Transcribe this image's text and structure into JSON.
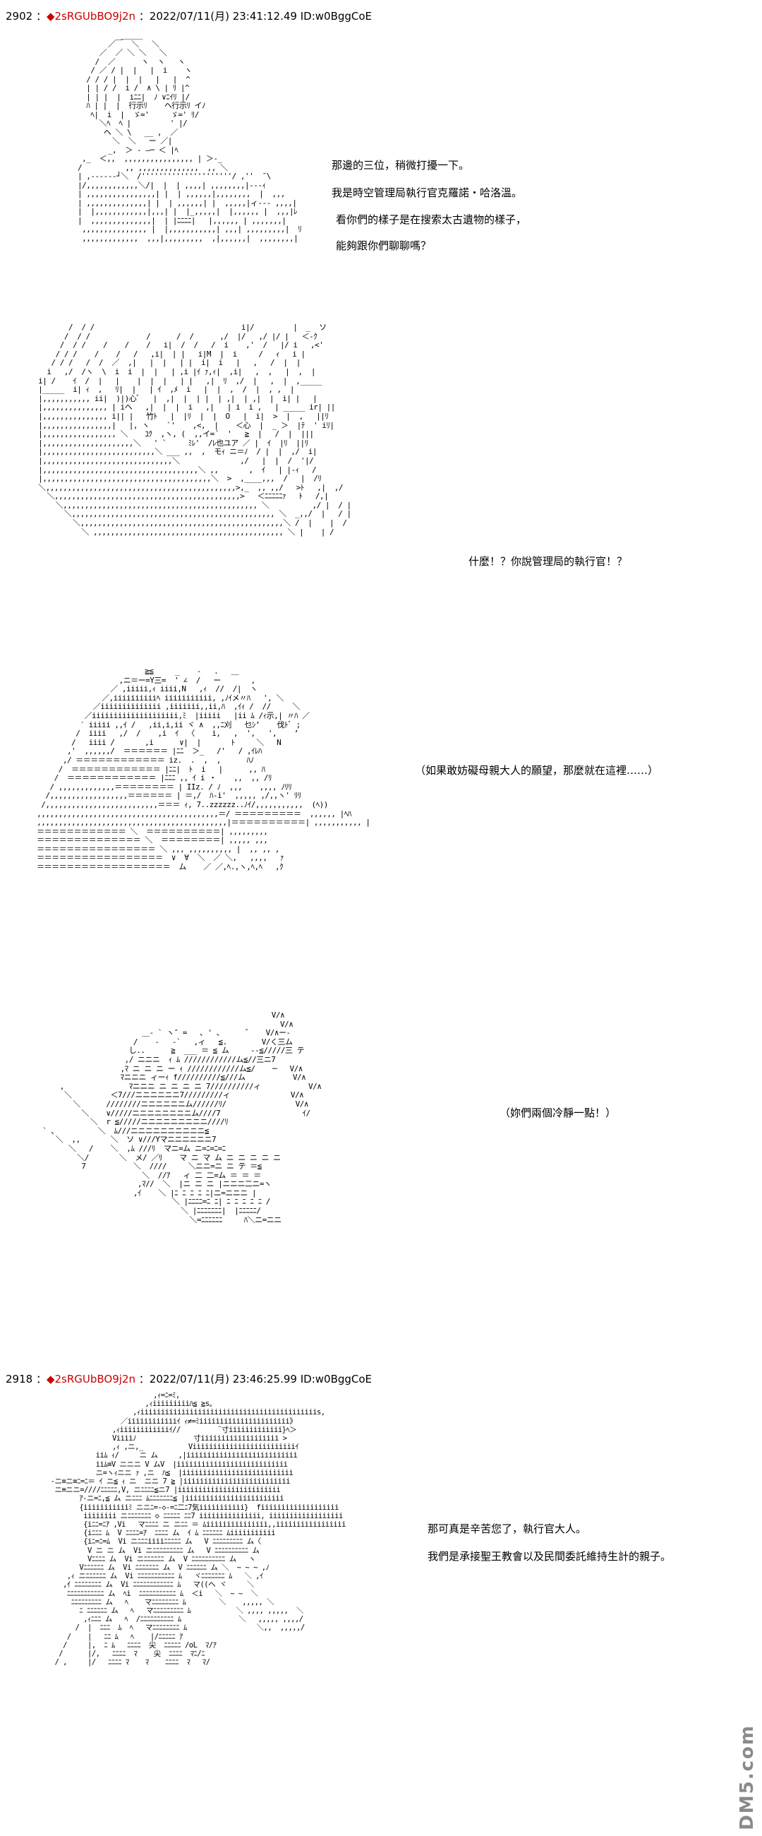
{
  "posts": [
    {
      "number": "2902",
      "trip": "◆2sRGUbBO9j2n",
      "date": "2022/07/11(月) 23:41:12.49",
      "id": "ID:w0BggCoE"
    },
    {
      "number": "2918",
      "trip": "◆2sRGUbBO9j2n",
      "date": "2022/07/11(月) 23:46:25.99",
      "id": "ID:w0BggCoE"
    }
  ],
  "panel1": {
    "lines": [
      "那邊的三位，稍微打擾一下。",
      "我是時空管理局執行官克羅諾・哈洛溫。",
      "看你們的樣子是在搜索太古遺物的樣子，",
      "能夠跟你們聊聊嗎？"
    ]
  },
  "panel2": {
    "lines": [
      "什麼！？你說管理局的執行官！？"
    ]
  },
  "panel3": {
    "lines": [
      "（如果敢妨礙母親大人的願望，那麼就在這裡……）"
    ]
  },
  "panel4": {
    "lines": [
      "（妳們兩個冷靜一點！）"
    ]
  },
  "panel5": {
    "lines": [
      "那可真是辛苦您了，執行官大人。",
      "我們是承接聖王教會以及民間委託維持生計的親子。"
    ]
  },
  "watermark": {
    "text": "DM5.com",
    "icon": "comic-logo-icon"
  },
  "colors": {
    "trip": "#cc0000",
    "text": "#000000",
    "watermark": "#8a8a8a"
  }
}
